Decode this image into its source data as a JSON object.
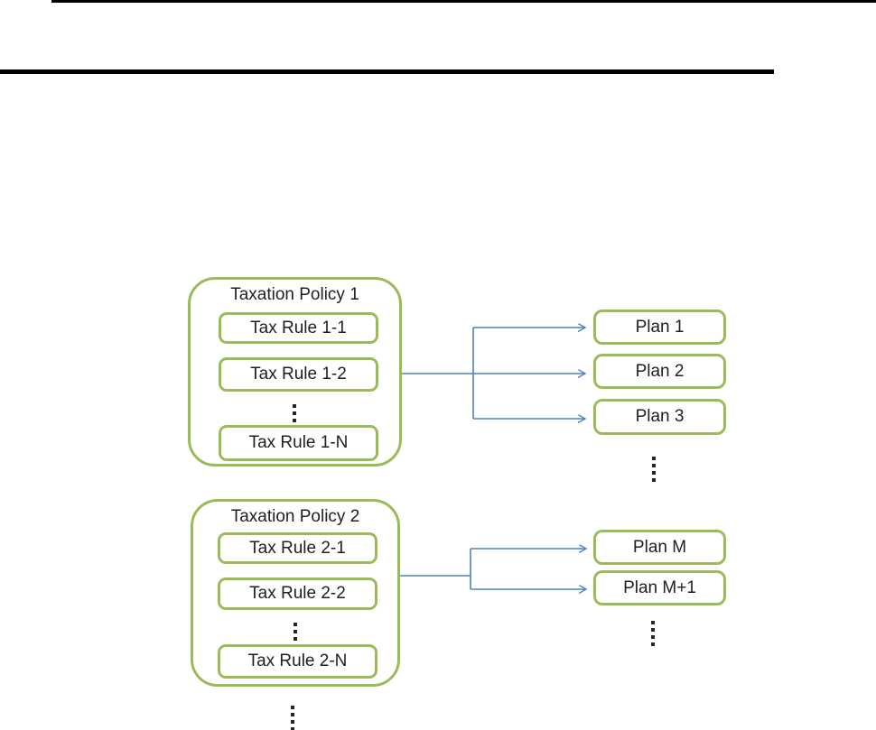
{
  "page": {
    "background": "#ffffff",
    "decorations": {
      "top_rule": "black horizontal rule",
      "header_rule": "black horizontal rule"
    }
  },
  "colors": {
    "box_border_green": "#9bbb59",
    "connector_blue": "#4f81bd",
    "text": "#1f1f1f",
    "rule_black": "#000000"
  },
  "diagram": {
    "policies": [
      {
        "title": "Taxation Policy 1",
        "rules": [
          "Tax Rule 1-1",
          "Tax Rule 1-2",
          "Tax Rule 1-N"
        ],
        "more_indicator": "⋮"
      },
      {
        "title": "Taxation Policy 2",
        "rules": [
          "Tax Rule 2-1",
          "Tax Rule 2-2",
          "Tax Rule 2-N"
        ],
        "more_indicator": "⋮"
      }
    ],
    "plan_groups": [
      {
        "plans": [
          "Plan 1",
          "Plan 2",
          "Plan 3"
        ],
        "more_indicator": "⋮"
      },
      {
        "plans": [
          "Plan M",
          "Plan M+1"
        ],
        "more_indicator": "⋮"
      }
    ],
    "policies_more_indicator": "⋮",
    "relation": "each taxation policy maps via arrows to multiple plans"
  }
}
